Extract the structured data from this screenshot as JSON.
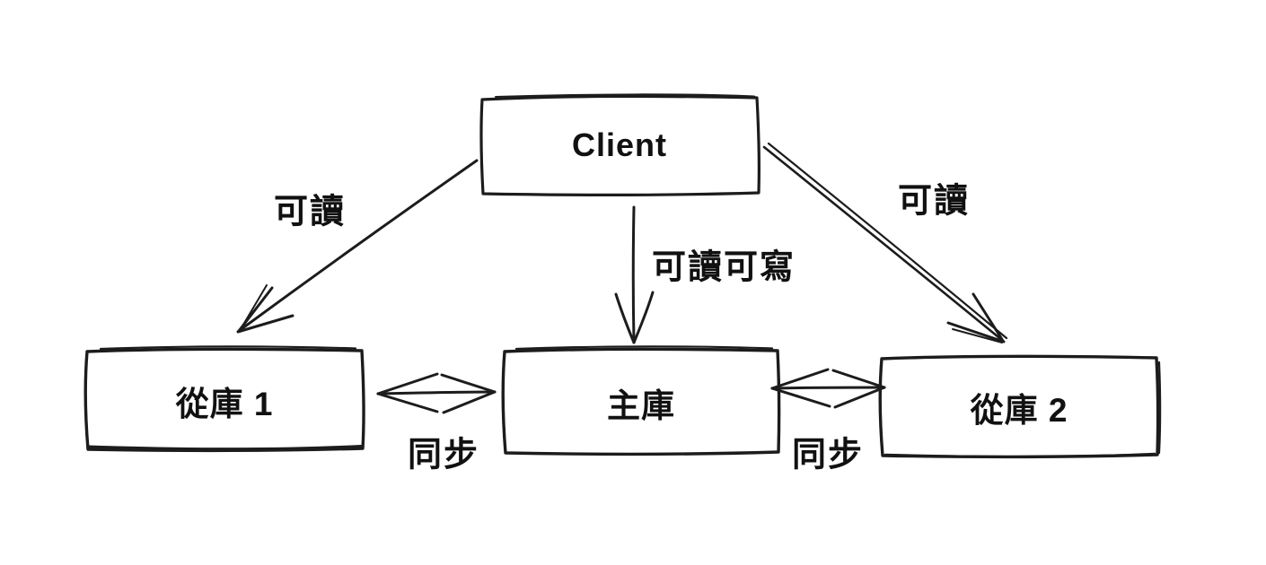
{
  "diagram": {
    "title": "MySQL master-slave replication read/write split diagram",
    "background_color": "#ffffff",
    "stroke_color": "#1c1c1c",
    "nodes": [
      {
        "id": "client",
        "label": "Client"
      },
      {
        "id": "slave1",
        "label": "從庫 1"
      },
      {
        "id": "master",
        "label": "主庫"
      },
      {
        "id": "slave2",
        "label": "從庫 2"
      }
    ],
    "edges": [
      {
        "id": "client-to-slave1",
        "from": "Client",
        "to": "從庫 1",
        "label": "可讀",
        "direction": "one-way"
      },
      {
        "id": "client-to-master",
        "from": "Client",
        "to": "主庫",
        "label": "可讀可寫",
        "direction": "one-way"
      },
      {
        "id": "client-to-slave2",
        "from": "Client",
        "to": "從庫 2",
        "label": "可讀",
        "direction": "one-way"
      },
      {
        "id": "master-slave1-sync",
        "from": "主庫",
        "to": "從庫 1",
        "label": "同步",
        "direction": "two-way"
      },
      {
        "id": "master-slave2-sync",
        "from": "主庫",
        "to": "從庫 2",
        "label": "同步",
        "direction": "two-way"
      }
    ]
  }
}
